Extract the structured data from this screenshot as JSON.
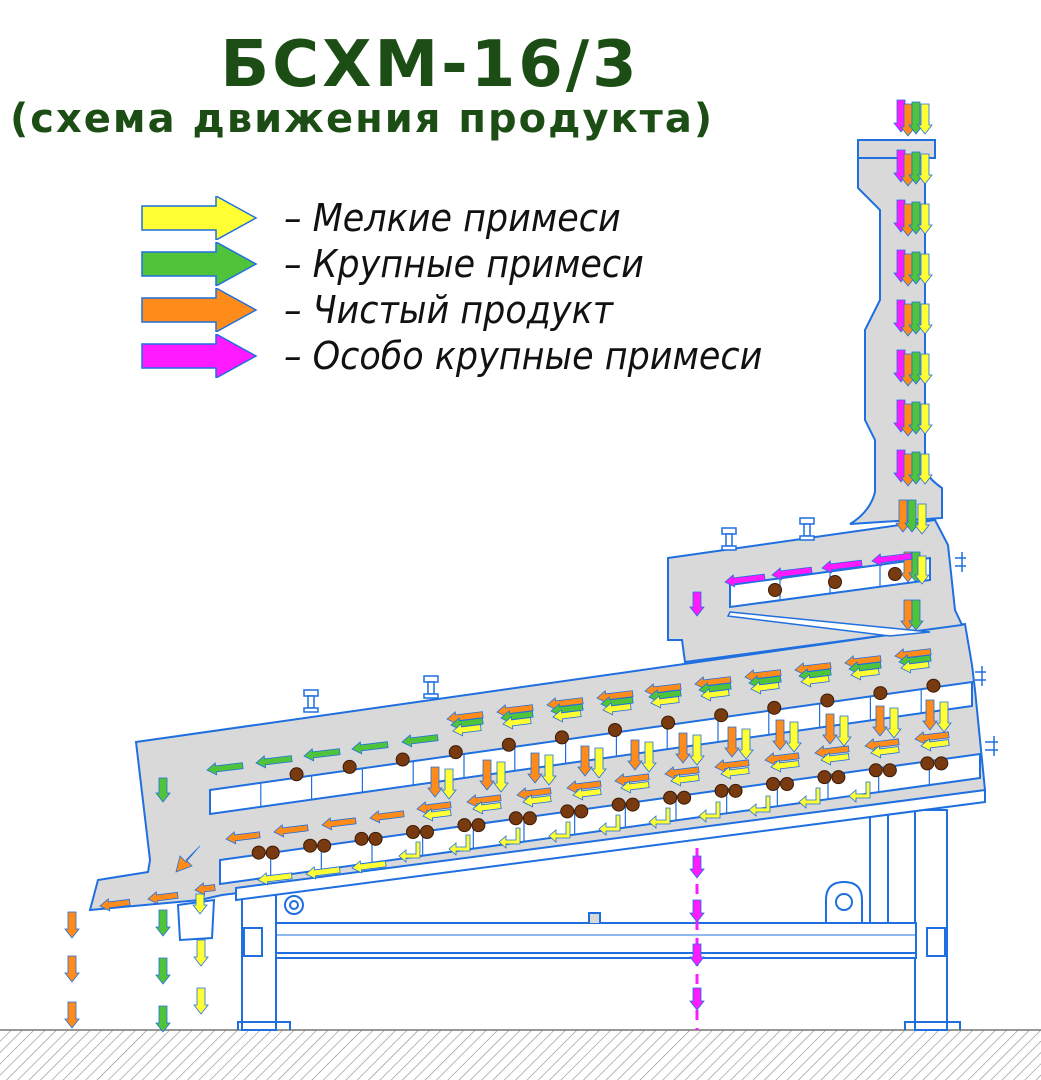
{
  "title": "БСХМ-16/3",
  "subtitle": "(схема движения продукта)",
  "legend": [
    {
      "color": "#ffff33",
      "label": "– Мелкие примеси"
    },
    {
      "color": "#4fc43a",
      "label": "– Крупные примеси"
    },
    {
      "color": "#ff8c1a",
      "label": "– Чистый продукт"
    },
    {
      "color": "#ff1aff",
      "label": "– Особо крупные примеси"
    }
  ],
  "colors": {
    "outline": "#1f6fe0",
    "body_fill": "#d9d9d9",
    "ball": "#7a3a10",
    "title": "#1b4d14",
    "ground": "#888888"
  }
}
